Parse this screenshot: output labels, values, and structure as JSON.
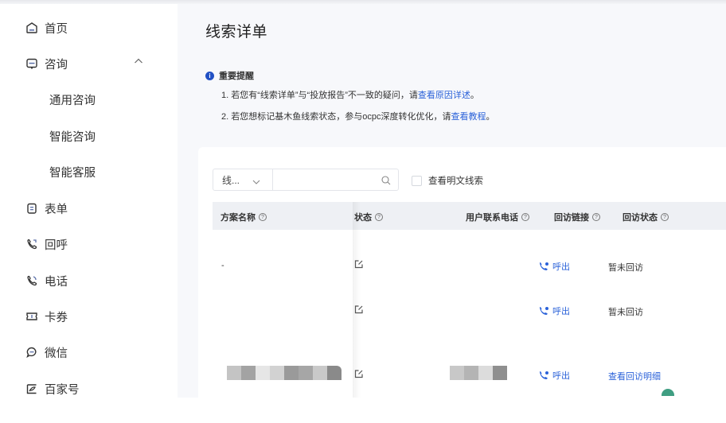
{
  "sidebar": {
    "items": [
      {
        "label": "首页",
        "icon": "home-icon"
      },
      {
        "label": "咨询",
        "icon": "consult-icon",
        "expanded": true
      },
      {
        "label": "表单",
        "icon": "form-icon"
      },
      {
        "label": "回呼",
        "icon": "callback-icon"
      },
      {
        "label": "电话",
        "icon": "phone-icon"
      },
      {
        "label": "卡券",
        "icon": "coupon-icon"
      },
      {
        "label": "微信",
        "icon": "wechat-icon"
      },
      {
        "label": "百家号",
        "icon": "baijiahao-icon"
      }
    ],
    "consult_sub": [
      {
        "label": "通用咨询"
      },
      {
        "label": "智能咨询"
      },
      {
        "label": "智能客服"
      }
    ]
  },
  "main": {
    "title": "线索详单",
    "notice": {
      "heading": "重要提醒",
      "line1_prefix": "1. 若您有“线索详单”与“投放报告”不一致的疑问，请",
      "line1_link": "查看原因详述",
      "line1_suffix": "。",
      "line2_prefix": "2. 若您想标记基木鱼线索状态，参与ocpc深度转化优化，请",
      "line2_link": "查看教程",
      "line2_suffix": "。"
    },
    "filter": {
      "select_value": "线...",
      "search_value": "",
      "search_placeholder": "",
      "checkbox_label": "查看明文线索",
      "checkbox_checked": false
    },
    "table": {
      "columns": [
        {
          "label": "方案名称",
          "help": "?"
        },
        {
          "label": "状态",
          "help": "?"
        },
        {
          "label": "用户联系电话",
          "help": "?"
        },
        {
          "label": "回访链接",
          "help": "?"
        },
        {
          "label": "回访状态",
          "help": "?"
        }
      ],
      "rows": [
        {
          "plan_name": "-",
          "status_icon": "edit-icon",
          "phone": "",
          "callback_link": "呼出",
          "callback_status": "暂未回访",
          "status_is_link": false
        },
        {
          "plan_name": "",
          "status_icon": "edit-icon",
          "phone": "",
          "callback_link": "呼出",
          "callback_status": "暂未回访",
          "status_is_link": false
        },
        {
          "plan_name": "[redacted]",
          "status_icon": "edit-icon",
          "phone": "[redacted]",
          "callback_link": "呼出",
          "callback_status": "查看回访明细",
          "status_is_link": true
        }
      ]
    }
  },
  "colors": {
    "accent": "#2b62d9",
    "info_icon": "#2150c4",
    "header_bg": "#eef0f4",
    "main_bg": "#f7f8fb",
    "fab": "#3f9e82"
  }
}
